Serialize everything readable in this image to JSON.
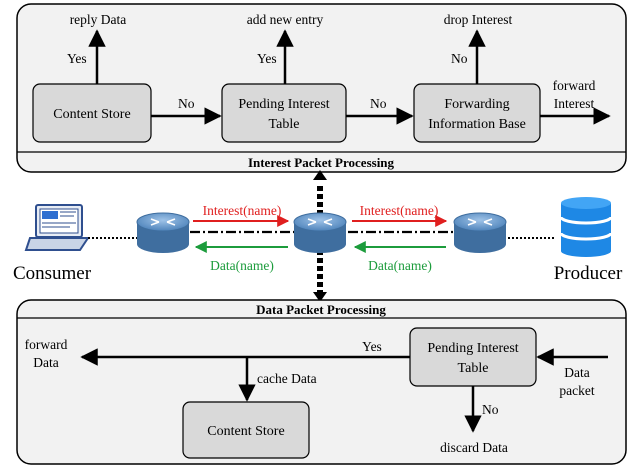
{
  "interest_section": {
    "title": "Interest Packet Processing",
    "content_store": "Content Store",
    "pit": [
      "Pending Interest",
      "Table"
    ],
    "fib": [
      "Forwarding",
      "Information Base"
    ],
    "reply_data": "reply Data",
    "add_entry": "add new entry",
    "drop_interest": "drop Interest",
    "forward_interest": [
      "forward",
      "Interest"
    ],
    "yes_1": "Yes",
    "yes_2": "Yes",
    "no_1": "No",
    "no_2": "No",
    "no_3": "No"
  },
  "network": {
    "consumer": "Consumer",
    "producer": "Producer",
    "interest_left": "Interest(name)",
    "interest_right": "Interest(name)",
    "data_left": "Data(name)",
    "data_right": "Data(name)"
  },
  "data_section": {
    "title": "Data Packet Processing",
    "pit": [
      "Pending Interest",
      "Table"
    ],
    "content_store": "Content Store",
    "forward_data": [
      "forward",
      "Data"
    ],
    "yes": "Yes",
    "cache_data": "cache Data",
    "data_packet": [
      "Data",
      "packet"
    ],
    "no": "No",
    "discard_data": "discard Data"
  },
  "colors": {
    "interest_arrow": "#e01f1f",
    "data_arrow": "#1c9c3c",
    "box_fill": "#d9d9d9",
    "panel_fill": "#f2f2f2",
    "router_fill": "#5b9bd5",
    "db_fill": "#1e88e5"
  }
}
